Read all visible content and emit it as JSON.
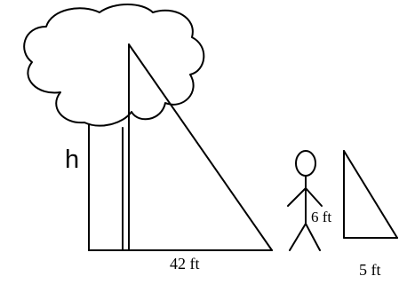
{
  "labels": {
    "tree_height": "h",
    "tree_shadow": "42 ft",
    "person_height": "6 ft",
    "person_shadow": "5 ft"
  },
  "colors": {
    "ink": "#000000",
    "background": "#ffffff"
  }
}
